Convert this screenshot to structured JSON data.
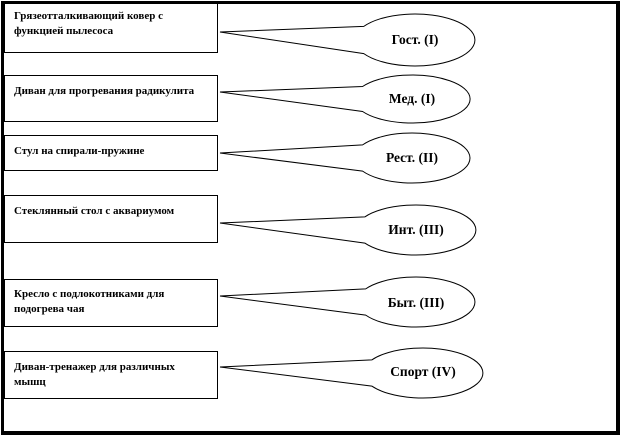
{
  "diagram": {
    "items": [
      {
        "text": "Грязеотталкивающий ковер с функцией пылесоса",
        "category": "Гост. (I)"
      },
      {
        "text": "Диван для прогревания радикулита",
        "category": "Мед. (I)"
      },
      {
        "text": "Стул на спирали-пружине",
        "category": "Рест. (II)"
      },
      {
        "text": "Стеклянный  стол с аквариумом",
        "category": "Инт. (III)"
      },
      {
        "text": "Кресло с подлокотниками для подогрева чая",
        "category": "Быт. (III)"
      },
      {
        "text": "Диван-тренажер для различных мышц",
        "category": "Спорт (IV)"
      }
    ],
    "colors": {
      "stroke": "#000000",
      "background": "#ffffff"
    }
  }
}
